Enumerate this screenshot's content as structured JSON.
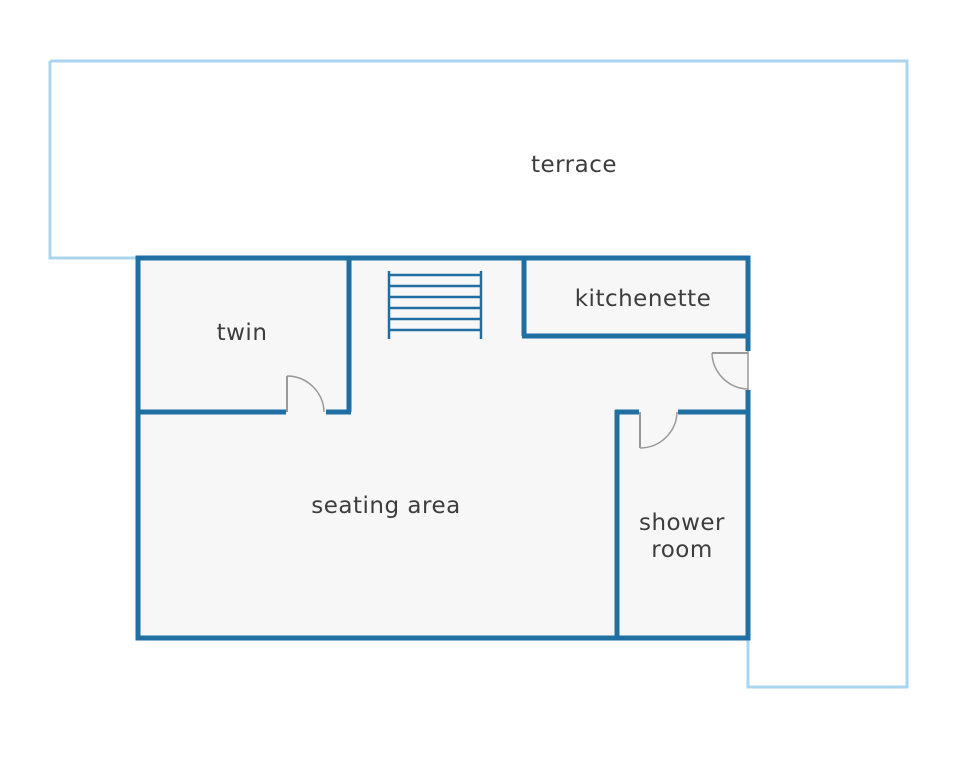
{
  "colors": {
    "wall": "#1f6fa3",
    "terrace_outline": "#a9d5ee",
    "floor": "#f7f7f7",
    "door": "#999999",
    "stairs": "#1f6fa3",
    "label": "#3d3d3d"
  },
  "rooms": {
    "terrace": "terrace",
    "twin": "twin",
    "kitchenette": "kitchenette",
    "seating_area": "seating area",
    "shower_room_line1": "shower",
    "shower_room_line2": "room"
  }
}
